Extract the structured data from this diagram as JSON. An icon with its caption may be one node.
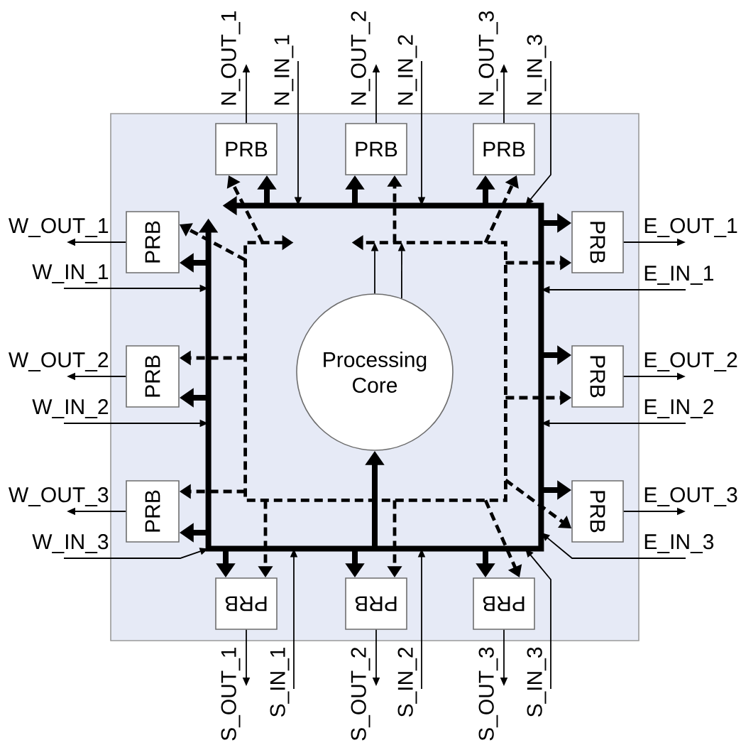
{
  "diagram": {
    "nodes": [
      {
        "text": [],
        "shape": "box"
      },
      {
        "text": [
          "PRB"
        ],
        "in": 0
      },
      {
        "text": [
          "PRB"
        ],
        "in": 0
      },
      {
        "text": [
          "PRB"
        ],
        "in": 0
      },
      {
        "text": [
          "PRB"
        ],
        "in": 0
      },
      {
        "text": [
          "PRB"
        ],
        "in": 0
      },
      {
        "text": [
          "PRB"
        ],
        "in": 0
      },
      {
        "text": [
          "PRB"
        ],
        "in": 0
      },
      {
        "text": [
          "PRB"
        ],
        "in": 0
      },
      {
        "text": [
          "PRB"
        ],
        "in": 0
      },
      {
        "text": [
          "PRB"
        ],
        "in": 0
      },
      {
        "text": [
          "PRB"
        ],
        "in": 0
      },
      {
        "text": [
          "PRB"
        ],
        "in": 0
      },
      {
        "text": [],
        "shape": "box",
        "in": 0
      },
      {
        "text": [],
        "shape": "box",
        "in": 13
      },
      {
        "text": [
          "Processing Core"
        ],
        "in": 14
      }
    ],
    "edges": [
      {
        "from": 1,
        "to": null,
        "arrow": "to",
        "label": "N_OUT_1"
      },
      {
        "from": null,
        "to": 13,
        "arrow": "to",
        "label": "N_IN_1"
      },
      {
        "from": 2,
        "to": null,
        "arrow": "to",
        "label": "N_OUT_2"
      },
      {
        "from": null,
        "to": 13,
        "arrow": "to",
        "label": "N_IN_2"
      },
      {
        "from": 3,
        "to": null,
        "arrow": "to",
        "label": "N_OUT_3"
      },
      {
        "from": null,
        "to": 13,
        "arrow": "to",
        "label": "N_IN_3"
      },
      {
        "from": 4,
        "to": null,
        "arrow": "to",
        "label": "W_OUT_1"
      },
      {
        "from": null,
        "to": 13,
        "arrow": "to",
        "label": "W_IN_1"
      },
      {
        "from": 5,
        "to": null,
        "arrow": "to",
        "label": "W_OUT_2"
      },
      {
        "from": null,
        "to": 13,
        "arrow": "to",
        "label": "W_IN_2"
      },
      {
        "from": 6,
        "to": null,
        "arrow": "to",
        "label": "W_OUT_3"
      },
      {
        "from": null,
        "to": 13,
        "arrow": "to",
        "label": "W_IN_3"
      },
      {
        "from": 7,
        "to": null,
        "arrow": "to",
        "label": "E_OUT_1"
      },
      {
        "from": null,
        "to": 13,
        "arrow": "to",
        "label": "E_IN_1"
      },
      {
        "from": 8,
        "to": null,
        "arrow": "to",
        "label": "E_OUT_2"
      },
      {
        "from": null,
        "to": 13,
        "arrow": "to",
        "label": "E_IN_2"
      },
      {
        "from": 9,
        "to": null,
        "arrow": "to",
        "label": "E_OUT_3"
      },
      {
        "from": null,
        "to": 13,
        "arrow": "to",
        "label": "E_IN_3"
      },
      {
        "from": 10,
        "to": null,
        "arrow": "to",
        "label": "S_OUT_1"
      },
      {
        "from": null,
        "to": 13,
        "arrow": "to",
        "label": "S_IN_1"
      },
      {
        "from": 11,
        "to": null,
        "arrow": "to",
        "label": "S_OUT_2"
      },
      {
        "from": null,
        "to": 13,
        "arrow": "to",
        "label": "S_IN_2"
      },
      {
        "from": 12,
        "to": null,
        "arrow": "to",
        "label": "S_OUT_3"
      },
      {
        "from": null,
        "to": 13,
        "arrow": "to",
        "label": "S_IN_3"
      },
      {
        "from": 13,
        "to": 1,
        "arrow": "to",
        "style": "thick"
      },
      {
        "from": 13,
        "to": 2,
        "arrow": "to",
        "style": "thick"
      },
      {
        "from": 13,
        "to": 3,
        "arrow": "to",
        "style": "thick"
      },
      {
        "from": 13,
        "to": 4,
        "arrow": "to",
        "style": "thick"
      },
      {
        "from": 13,
        "to": 5,
        "arrow": "to",
        "style": "thick"
      },
      {
        "from": 13,
        "to": 6,
        "arrow": "to",
        "style": "thick"
      },
      {
        "from": 13,
        "to": 7,
        "arrow": "to",
        "style": "thick"
      },
      {
        "from": 13,
        "to": 8,
        "arrow": "to",
        "style": "thick"
      },
      {
        "from": 13,
        "to": 9,
        "arrow": "to",
        "style": "thick"
      },
      {
        "from": 13,
        "to": 10,
        "arrow": "to",
        "style": "thick"
      },
      {
        "from": 13,
        "to": 11,
        "arrow": "to",
        "style": "thick"
      },
      {
        "from": 13,
        "to": 12,
        "arrow": "to",
        "style": "thick"
      },
      {
        "from": 13,
        "to": 15,
        "arrow": "to",
        "style": "thick"
      },
      {
        "from": 14,
        "to": 1,
        "arrow": "to",
        "style": "dashed"
      },
      {
        "from": 14,
        "to": 2,
        "arrow": "to",
        "style": "dashed"
      },
      {
        "from": 14,
        "to": 3,
        "arrow": "to",
        "style": "dashed"
      },
      {
        "from": 14,
        "to": 4,
        "arrow": "to",
        "style": "dashed"
      },
      {
        "from": 14,
        "to": 5,
        "arrow": "to",
        "style": "dashed"
      },
      {
        "from": 14,
        "to": 6,
        "arrow": "to",
        "style": "dashed"
      },
      {
        "from": 14,
        "to": 7,
        "arrow": "to",
        "style": "dashed"
      },
      {
        "from": 14,
        "to": 8,
        "arrow": "to",
        "style": "dashed"
      },
      {
        "from": 14,
        "to": 9,
        "arrow": "to",
        "style": "dashed"
      },
      {
        "from": 14,
        "to": 10,
        "arrow": "to",
        "style": "dashed"
      },
      {
        "from": 14,
        "to": 11,
        "arrow": "to",
        "style": "dashed"
      },
      {
        "from": 14,
        "to": 12,
        "arrow": "to",
        "style": "dashed"
      },
      {
        "from": 15,
        "to": 14,
        "arrow": "to"
      },
      {
        "from": 15,
        "to": 14,
        "arrow": "to"
      }
    ]
  }
}
